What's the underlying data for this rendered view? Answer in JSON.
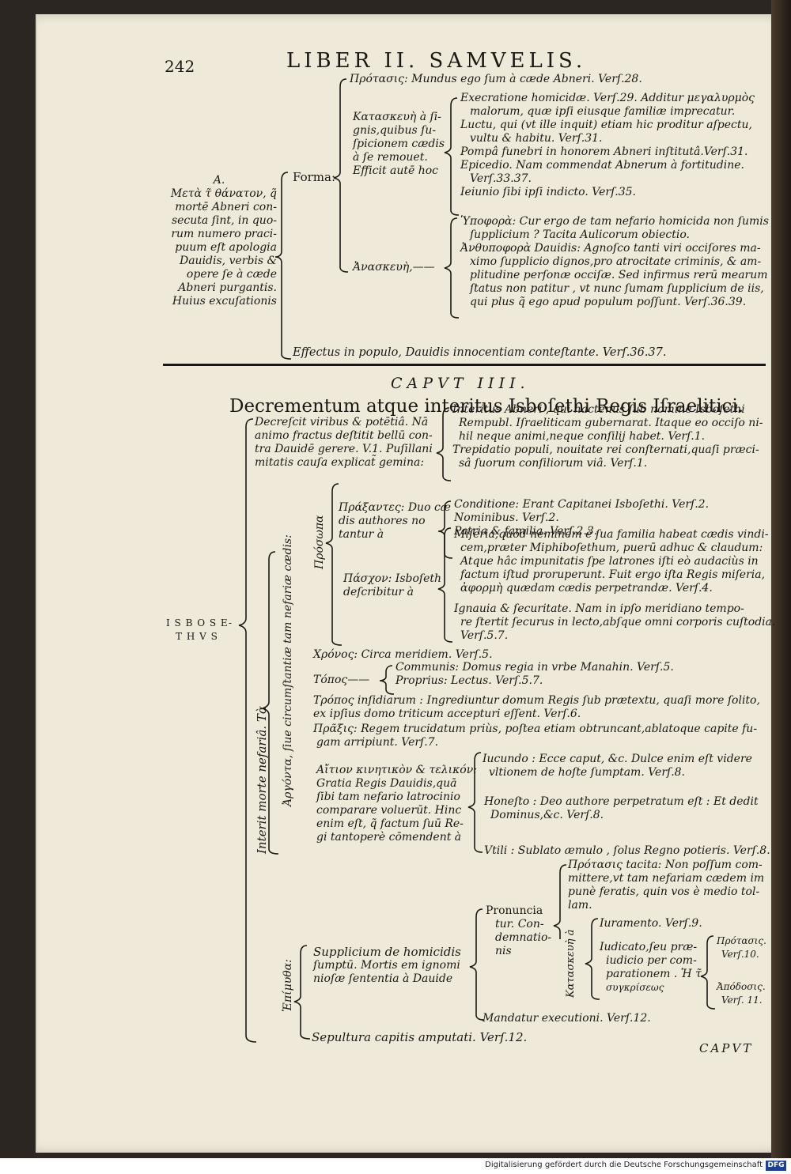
{
  "header": {
    "page_number": "242",
    "running_title": "LIBER II. SAMVELIS."
  },
  "s1": {
    "root": [
      "A.",
      "Μετὰ τ̃ θάνατον, q̃",
      "mortē Abneri con-",
      "secuta ſint, in quo-",
      "rum numero praci-",
      "puum eſt apologia",
      "Dauidis, verbis &",
      "opere ſe à cæde",
      "Abneri purgantis.",
      "Huius excuſationis"
    ],
    "forma": "Forma:",
    "protasis": "Πρότασις: Mundus ego ſum à cæde Abneri. Verſ.28.",
    "kataskeue": [
      "Κατασκευὴ à ſi-",
      "gnis,quibus ſu-",
      "ſpicionem cædis",
      "à ſe remouet.",
      "Efficit autē hoc"
    ],
    "items": [
      "Execratione homicidæ. Verſ.29. Additur μεγαλυρμὸς",
      "malorum, quæ ipſi eiusque familiæ imprecatur.",
      "Luctu, qui (vt ille inquit) etiam hic proditur aſpectu,",
      "vultu & habitu. Verſ.31.",
      "Pompâ funebri in honorem Abneri inſtitutâ.Verſ.31.",
      "Epicedio. Nam commendat Abnerum à fortitudine.",
      "Verſ.33.37.",
      "Ieiunio ſibi ipſi indicto. Verſ.35."
    ],
    "anaskeue": "Ἀνασκευὴ,——",
    "anaskeue_items": [
      "Ὑποφορὰ: Cur ergo de tam nefario homicida non ſumis",
      "ſupplicium ? Tacita Aulicorum obiectio.",
      "Ἀνθυποφορὰ Dauidis: Agnoſco tanti viri occiſores ma-",
      "ximo ſupplicio dignos,pro atrocitate criminis, & am-",
      "plitudine perſonæ occiſæ. Sed infirmus rerū mearum",
      "ſtatus non patitur , vt nunc ſumam ſupplicium de iis,",
      "qui plus q̃ ego apud populum poſſunt. Verſ.36.39."
    ],
    "effectus": "Effectus in populo, Dauidis innocentiam conteſtante. Verſ.36.37."
  },
  "chapter": {
    "label": "CAPVT IIII.",
    "title": "Decrementum atque interitus Isboſethi Regis Iſraelitici."
  },
  "s2": {
    "root": [
      "I S B O S E-",
      "T H V S"
    ],
    "decrescit": [
      "Decreſcit viribus & potētiâ. Nā",
      "animo fractus deſtitit bellū con-",
      "tra Dauidē gerere. V.1. Puſillani",
      "mitatis cauſa explicat̃ gemina:"
    ],
    "decrescit_items": [
      "Interitus Abneri , qui hactenus ſub nomine Isboſethi",
      "Rempubl. Iſraeliticam gubernarat. Itaque eo occiſo ni-",
      "hil neque animi,neque conſilij habet. Verſ.1.",
      "Trepidatio populi, nouitate rei conſternati,quaſi præci-",
      "sâ ſuorum conſiliorum viâ. Verſ.1."
    ],
    "interit_vert": "Interit morte nefariâ. Τὰ",
    "argonta_vert": "Ἀργόντα, ſiue circumſtantiæ tam nefariæ cædis:",
    "prosopa_vert": "Πρόσωπα",
    "epimythia_vert": "Ἐπίμυθα:",
    "prattontes": [
      "Πράξαντες: Duo cæ",
      "dis authores no",
      "tantur à"
    ],
    "prattontes_items": [
      "Conditione: Erant Capitanei Isboſethi. Verſ.2.",
      "Nominibus. Verſ.2.",
      "Patria & familia. Verſ.2.3."
    ],
    "paschon": [
      "Πάσχον: Isboſeth",
      "deſcribitur à"
    ],
    "miseria": [
      "Miſeria,quòd neminem è ſua familia habeat cædis vindi-",
      "cem,præter Miphiboſethum, puerū adhuc & claudum:",
      "Atque hâc impunitatis ſpe latrones iſti eò audaciùs in",
      "factum iſtud proruperunt. Fuit ergo iſta Regis miſeria,",
      "ἀφορμὴ quædam cædis perpetrandæ. Verſ.4."
    ],
    "ignauia": [
      "Ignauia & ſecuritate. Nam in ipſo meridiano tempo-",
      "re ſtertit ſecurus in lecto,abſque omni corporis cuſtodia.",
      "Verſ.5.7."
    ],
    "chronos": "Χρόνος: Circa meridiem. Verſ.5.",
    "topos": "Τόπος——",
    "topos_items": [
      "Communis: Domus regia in vrbe Manahin. Verſ.5.",
      "Proprius: Lectus. Verſ.5.7."
    ],
    "tropos": [
      "Τρόπος inſidiarum : Ingrediuntur domum Regis ſub prætextu, quaſi more ſolito,",
      "ex ipſius domo triticum accepturi eſſent. Verſ.6."
    ],
    "praxis": [
      "Πρᾶξις: Regem trucidatum priùs, poſtea etiam obtruncant,ablatoque capite fu-",
      "gam arripiunt. Verſ.7."
    ],
    "aition": [
      "Αἴτιον κινητικὸν & τελικόν:",
      "Gratia Regis Dauidis,quā",
      "ſibi tam nefario latrocinio",
      "comparare voluerūt. Hinc",
      "enim eſt, q̃ factum ſuū Re-",
      "gi tantoperè cōmendent à"
    ],
    "iucundo": [
      "Iucundo : Ecce caput, &c. Dulce enim eſt videre",
      "vltionem de hoſte ſumptam. Verſ.8."
    ],
    "honesto": [
      "Honeſto : Deo authore perpetratum eſt : Et dedit",
      "Dominus,&c. Verſ.8."
    ],
    "vtili": "Vtili : Sublato æmulo , ſolus Regno potieris. Verſ.8.",
    "protasis2": [
      "Πρότασις tacita: Non poſſum com-",
      "mittere,vt tam nefariam cædem im",
      "punè feratis, quin vos è medio tol-",
      "lam."
    ],
    "pronuncia": [
      "Pronuncia",
      "tur. Con-",
      "demnatio-",
      "nis"
    ],
    "kataskeue_vert": "Κατασκευὴ à",
    "iuramento": "Iuramento. Verſ.9.",
    "iudicato": [
      "Iudicato,ſeu præ-",
      "iudicio per com-",
      "parationem . Ἡ τ̃",
      "συγκρίσεως"
    ],
    "protasis3": [
      "Πρότασις.",
      "Verſ.10."
    ],
    "apodosis": [
      "Ἀπόδοσις.",
      "Verſ. 11."
    ],
    "supplicium": [
      "Supplicium de homicidis",
      "ſumptū. Mortis em ignomi",
      "nioſæ ſententia à Dauide"
    ],
    "mandatur": "Mandatur executioni. Verſ.12.",
    "sepultura": "Sepultura capitis amputati. Verſ.12."
  },
  "catchword": "CAPVT",
  "footer": {
    "text": "Digitalisierung gefördert durch die Deutsche Forschungsgemeinschaft",
    "logo": "DFG"
  }
}
